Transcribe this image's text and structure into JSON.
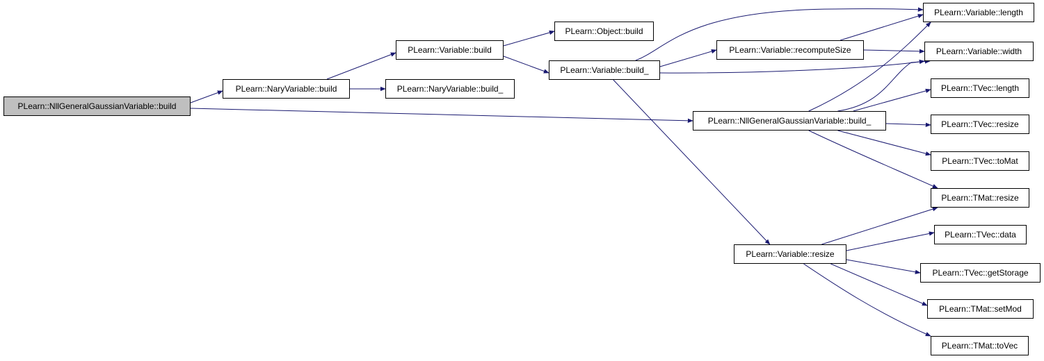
{
  "graph": {
    "nodes": [
      {
        "id": "nll_build",
        "label": "PLearn::NllGeneralGaussianVariable::build",
        "root": true
      },
      {
        "id": "nary_build",
        "label": "PLearn::NaryVariable::build"
      },
      {
        "id": "var_build",
        "label": "PLearn::Variable::build"
      },
      {
        "id": "nary_build_",
        "label": "PLearn::NaryVariable::build_"
      },
      {
        "id": "obj_build",
        "label": "PLearn::Object::build"
      },
      {
        "id": "var_build_",
        "label": "PLearn::Variable::build_"
      },
      {
        "id": "nll_build_",
        "label": "PLearn::NllGeneralGaussianVariable::build_"
      },
      {
        "id": "recompute",
        "label": "PLearn::Variable::recomputeSize"
      },
      {
        "id": "var_resize",
        "label": "PLearn::Variable::resize"
      },
      {
        "id": "var_length",
        "label": "PLearn::Variable::length"
      },
      {
        "id": "var_width",
        "label": "PLearn::Variable::width"
      },
      {
        "id": "tvec_length",
        "label": "PLearn::TVec::length"
      },
      {
        "id": "tvec_resize",
        "label": "PLearn::TVec::resize"
      },
      {
        "id": "tvec_tomat",
        "label": "PLearn::TVec::toMat"
      },
      {
        "id": "tmat_resize",
        "label": "PLearn::TMat::resize"
      },
      {
        "id": "tvec_data",
        "label": "PLearn::TVec::data"
      },
      {
        "id": "tvec_getstorage",
        "label": "PLearn::TVec::getStorage"
      },
      {
        "id": "tmat_setmod",
        "label": "PLearn::TMat::setMod"
      },
      {
        "id": "tmat_tovec",
        "label": "PLearn::TMat::toVec"
      }
    ],
    "edges": [
      [
        "nll_build",
        "nary_build"
      ],
      [
        "nll_build",
        "nll_build_"
      ],
      [
        "nary_build",
        "var_build"
      ],
      [
        "nary_build",
        "nary_build_"
      ],
      [
        "var_build",
        "obj_build"
      ],
      [
        "var_build",
        "var_build_"
      ],
      [
        "var_build_",
        "var_length"
      ],
      [
        "var_build_",
        "recompute"
      ],
      [
        "var_build_",
        "var_width"
      ],
      [
        "var_build_",
        "var_resize"
      ],
      [
        "recompute",
        "var_length"
      ],
      [
        "recompute",
        "var_width"
      ],
      [
        "nll_build_",
        "var_length"
      ],
      [
        "nll_build_",
        "var_width"
      ],
      [
        "nll_build_",
        "tvec_length"
      ],
      [
        "nll_build_",
        "tvec_resize"
      ],
      [
        "nll_build_",
        "tvec_tomat"
      ],
      [
        "nll_build_",
        "tmat_resize"
      ],
      [
        "var_resize",
        "tmat_resize"
      ],
      [
        "var_resize",
        "tvec_data"
      ],
      [
        "var_resize",
        "tvec_getstorage"
      ],
      [
        "var_resize",
        "tmat_setmod"
      ],
      [
        "var_resize",
        "tmat_tovec"
      ]
    ],
    "colors": {
      "edge": "#191970",
      "root_fill": "#bfbfbf",
      "node_fill": "#ffffff",
      "border": "#000000"
    }
  }
}
